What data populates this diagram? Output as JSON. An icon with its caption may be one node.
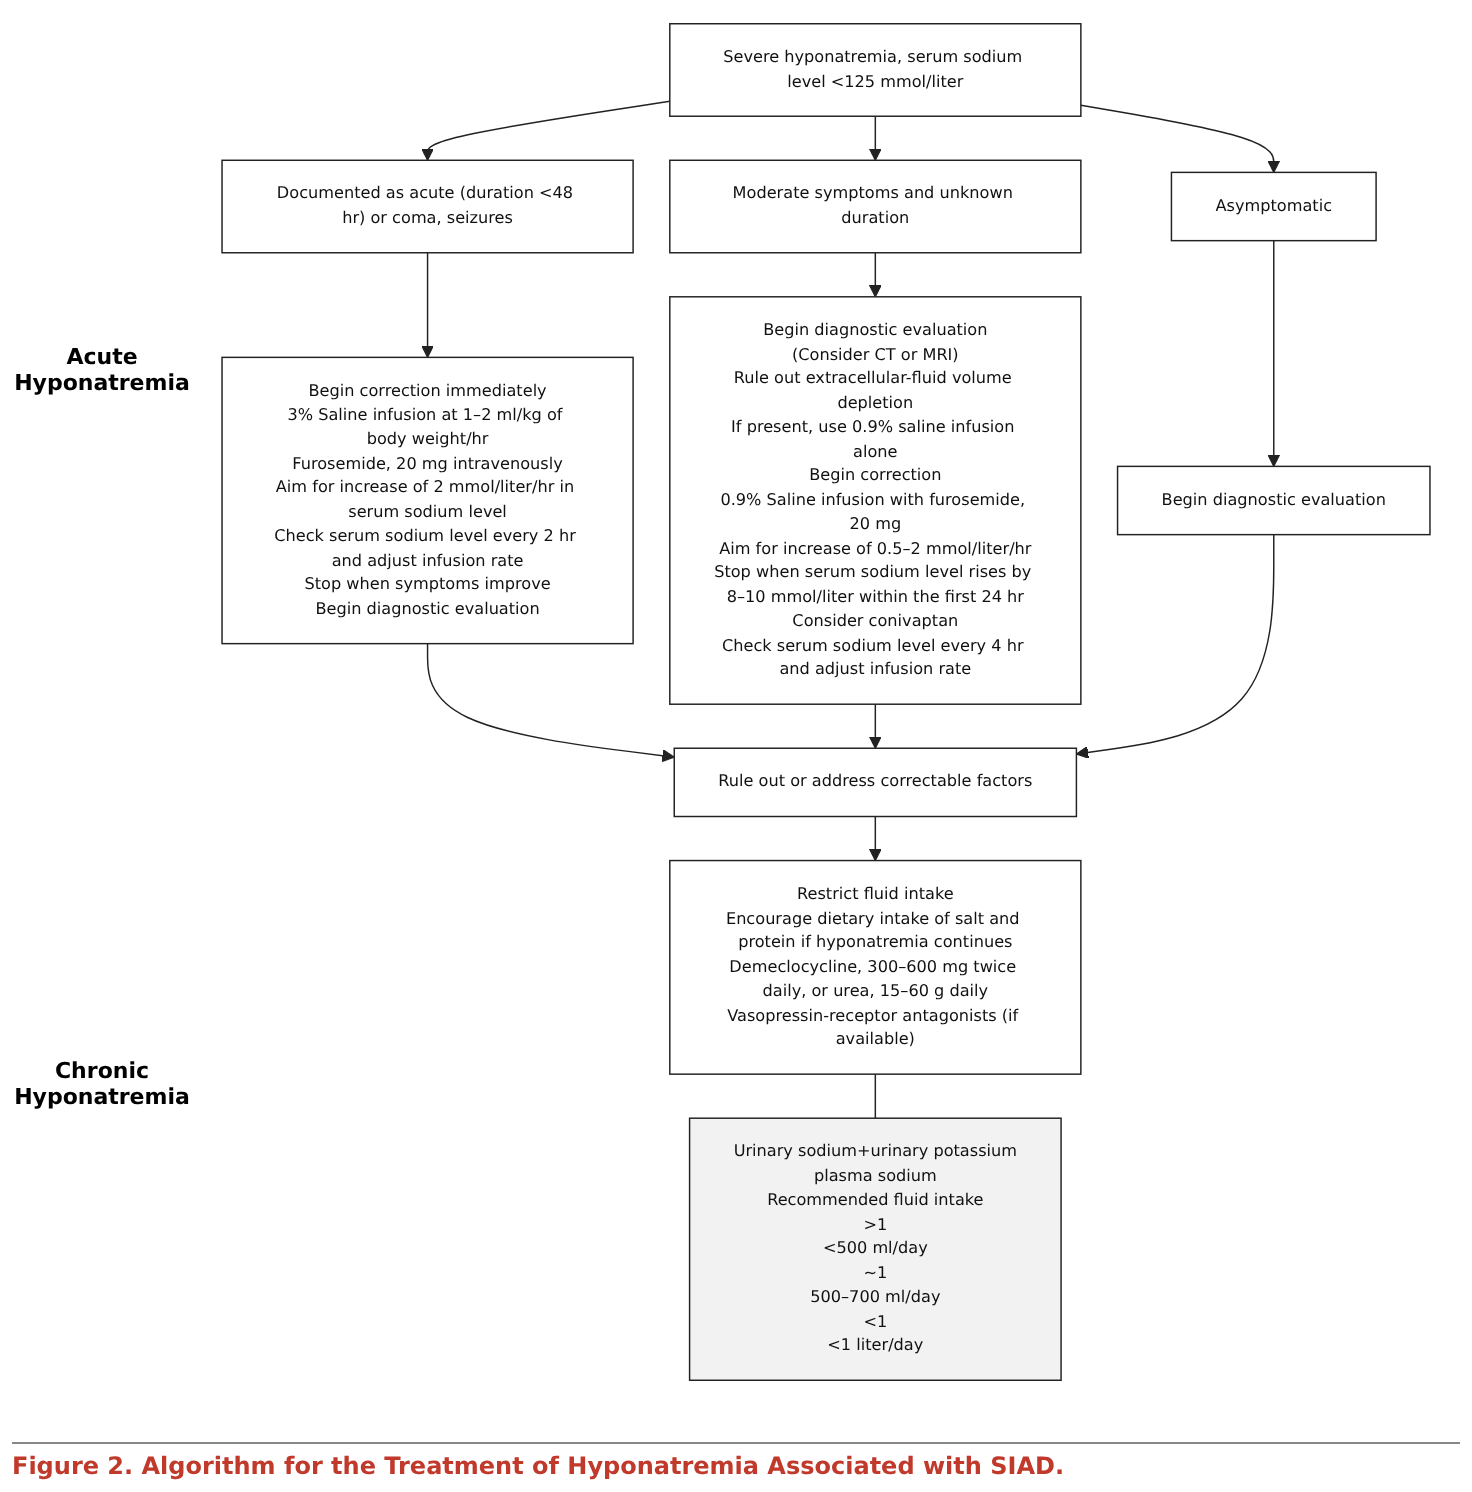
{
  "diagram": {
    "caption": "Figure 2. Algorithm for the Treatment of Hyponatremia Associated with SIAD.",
    "nodes": [
      {
        "text": [
          "Severe hyponatremia, serum sodium level <125 mmol/liter"
        ]
      },
      {
        "text": [
          "Documented as acute (duration <48 hr) or coma, seizures"
        ]
      },
      {
        "text": [
          "Moderate symptoms and unknown duration"
        ]
      },
      {
        "text": [
          "Asymptomatic"
        ]
      },
      {
        "text": [
          "Begin correction immediately",
          "3% Saline infusion at 1–2 ml/kg of body weight/hr",
          "Furosemide, 20 mg intravenously",
          "Aim for increase of 2 mmol/liter/hr in serum sodium level",
          "Check serum sodium level every 2 hr and adjust infusion rate",
          "Stop when symptoms improve",
          "Begin diagnostic evaluation"
        ]
      },
      {
        "text": [
          "Begin diagnostic evaluation",
          "(Consider CT or MRI)",
          "Rule out extracellular-fluid volume depletion",
          "If present, use 0.9% saline infusion alone",
          "Begin correction",
          "0.9% Saline infusion with furosemide, 20 mg",
          "Aim for increase of 0.5–2 mmol/liter/hr",
          "Stop when serum sodium level rises by 8–10 mmol/liter within the first 24 hr",
          "Consider conivaptan",
          "Check serum sodium level every 4 hr and adjust infusion rate"
        ]
      },
      {
        "text": [
          "Begin diagnostic evaluation"
        ]
      },
      {
        "text": [
          "Rule out or address correctable factors"
        ]
      },
      {
        "text": [
          "Restrict fluid intake",
          "Encourage dietary intake of salt and protein if hyponatremia continues",
          "Demeclocycline, 300–600 mg twice daily, or urea, 15–60 g daily",
          "Vasopressin-receptor antagonists (if available)"
        ]
      },
      {
        "text": [
          "Urinary sodium+urinary potassium",
          "plasma sodium",
          "Recommended fluid intake",
          ">1",
          "<500 ml/day",
          "~1",
          "500–700 ml/day",
          "<1",
          "<1 liter/day"
        ]
      }
    ],
    "edges": [
      {
        "from": 0,
        "to": 1,
        "arrow": "to"
      },
      {
        "from": 0,
        "to": 2,
        "arrow": "to"
      },
      {
        "from": 0,
        "to": 3,
        "arrow": "to"
      },
      {
        "from": 1,
        "to": 4,
        "arrow": "to"
      },
      {
        "from": 2,
        "to": 5,
        "arrow": "to"
      },
      {
        "from": 3,
        "to": 6,
        "arrow": "to"
      },
      {
        "from": 4,
        "to": 7,
        "arrow": "to"
      },
      {
        "from": 5,
        "to": 7,
        "arrow": "to"
      },
      {
        "from": 6,
        "to": 7,
        "arrow": "to"
      },
      {
        "from": 7,
        "to": 8,
        "arrow": "to"
      },
      {
        "from": 8,
        "to": 9,
        "arrow": "none"
      }
    ],
    "labels": [
      "Acute Hyponatremia",
      "Chronic Hyponatremia"
    ]
  }
}
